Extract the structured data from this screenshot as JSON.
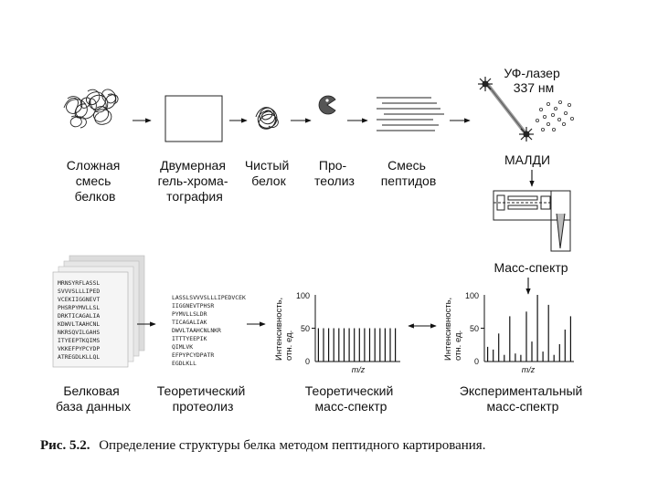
{
  "row1": {
    "complex_mixture": [
      "Сложная",
      "смесь",
      "белков"
    ],
    "gel_2d": [
      "Двумерная",
      "гель-хрома-",
      "тография"
    ],
    "pure_protein": [
      "Чистый",
      "белок"
    ],
    "proteolysis": [
      "Про-",
      "теолиз"
    ],
    "peptide_mixture": [
      "Смесь",
      "пептидов"
    ],
    "laser": [
      "УФ-лазер",
      "337 нм"
    ],
    "maldi": "МАЛДИ",
    "mass_spectrometer": "Масс-спектр"
  },
  "row2": {
    "database": [
      "Белковая",
      "база данных"
    ],
    "theoretical_proteolysis": [
      "Теоретический",
      "протеолиз"
    ],
    "theoretical_spectrum": [
      "Теоретический",
      "масс-спектр"
    ],
    "experimental_spectrum": [
      "Экспериментальный",
      "масс-спектр"
    ]
  },
  "database_sequences": [
    "MRNSYRFLASSL",
    "SVVVSLLLIPED",
    "VCEKIIGGNEVT",
    "PHSRPYMVLLSL",
    "DRKTICAGALIA",
    "KDWVLTAAHCNL",
    "NKRSQVILGAHS",
    "ITYEEPTKQIMS",
    "VKKEFPYPCYDP",
    "ATREGDLKLLQL"
  ],
  "theoretical_peptides": [
    "LASSLSVVVSLLLIPEDVCEK",
    "IIGGNEVTPHSR",
    "PYMVLLSLDR",
    "TICAGALIAK",
    "DWVLTAAHCNLNKR",
    "ITTTYEEPIK",
    "QIMLVK",
    "EFPYPCYDPATR",
    "EGDLKLL"
  ],
  "chart_data": [
    {
      "type": "bar",
      "name": "theoretical",
      "x": [
        1,
        2,
        3,
        4,
        5,
        6,
        7,
        8,
        9,
        10,
        11,
        12,
        13,
        14,
        15,
        16
      ],
      "values": [
        50,
        50,
        50,
        50,
        50,
        50,
        50,
        50,
        50,
        50,
        50,
        50,
        50,
        50,
        50,
        50
      ],
      "ylim": [
        0,
        100
      ],
      "yticks": [
        "100",
        "50",
        "0"
      ],
      "xlabel": "m/z",
      "ylabel": [
        "Интенсивность,",
        "отн. ед."
      ]
    },
    {
      "type": "bar",
      "name": "experimental",
      "x": [
        1,
        2,
        3,
        4,
        5,
        6,
        7,
        8,
        9,
        10,
        11,
        12,
        13,
        14,
        15,
        16
      ],
      "values": [
        22,
        18,
        42,
        10,
        68,
        12,
        10,
        75,
        30,
        100,
        15,
        85,
        10,
        26,
        48,
        68
      ],
      "ylim": [
        0,
        100
      ],
      "yticks": [
        "100",
        "50",
        "0"
      ],
      "xlabel": "m/z",
      "ylabel": [
        "Интенсивность,",
        "отн. ед."
      ]
    }
  ],
  "caption": {
    "label": "Рис. 5.2.",
    "text": "Определение структуры белка методом пептидного картирования."
  }
}
